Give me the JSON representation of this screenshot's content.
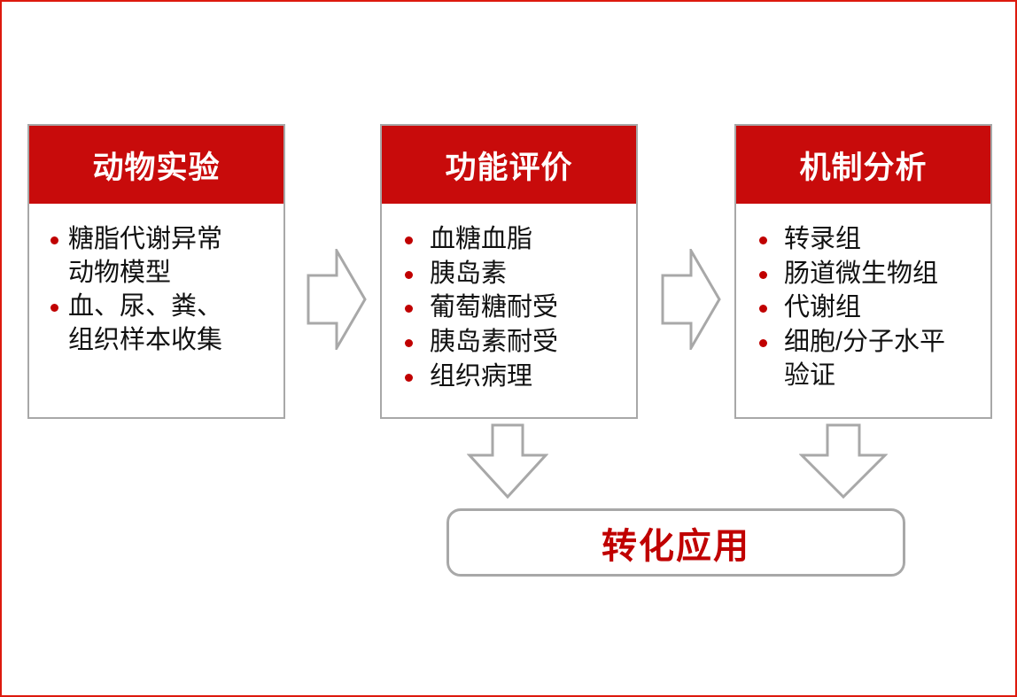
{
  "slide": {
    "border_color": "#dd1a0e",
    "background": "#ffffff",
    "accent_red": "#c80b0b",
    "bullet_red": "#c00000",
    "outline_gray": "#a8a8a8"
  },
  "phases": [
    {
      "title": "动物实验",
      "items": [
        " 糖脂代谢异常\n动物模型",
        " 血、尿、粪、\n组织样本收集"
      ]
    },
    {
      "title": "功能评价",
      "items": [
        "血糖血脂",
        "胰岛素",
        "葡萄糖耐受",
        "胰岛素耐受",
        "组织病理"
      ]
    },
    {
      "title": "机制分析",
      "items": [
        "转录组",
        "肠道微生物组",
        "代谢组",
        "细胞/分子水平\n验证"
      ]
    }
  ],
  "result": {
    "label": "转化应用"
  },
  "arrows": {
    "right_1": "arrow-right-icon",
    "right_2": "arrow-right-icon",
    "down_1": "arrow-down-icon",
    "down_2": "arrow-down-icon"
  }
}
